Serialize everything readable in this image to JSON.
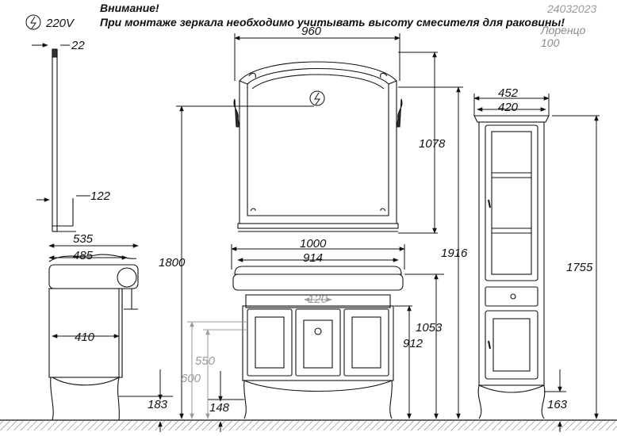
{
  "header": {
    "attention": "Внимание!",
    "instruction": "При монтаже зеркала необходимо учитывать высоту смесителя для раковины!",
    "doc_number": "24032023",
    "model_name": "Лоренцо",
    "model_size": "100",
    "power_label": "220V"
  },
  "dimensions": {
    "mirror_depth": "22",
    "mirror_shelf": "122",
    "mirror_width": "960",
    "mirror_height": "1078",
    "mount_height": "1800",
    "total_height": "1916",
    "side_width_outer": "535",
    "side_width_inner": "485",
    "side_depth_410": "410",
    "side_leg_height": "183",
    "vanity_width": "1000",
    "vanity_inner_width": "914",
    "sink_hole": "120",
    "vanity_height": "1053",
    "vanity_body_height": "912",
    "pipe_550": "550",
    "pipe_600": "600",
    "vanity_leg_height": "148",
    "cabinet_width_outer": "452",
    "cabinet_width_inner": "420",
    "cabinet_height": "1755",
    "cabinet_leg_height": "163"
  },
  "colors": {
    "line": "#111111",
    "gray_dim": "#9a9a9a",
    "floor_hatch": "#666666"
  }
}
